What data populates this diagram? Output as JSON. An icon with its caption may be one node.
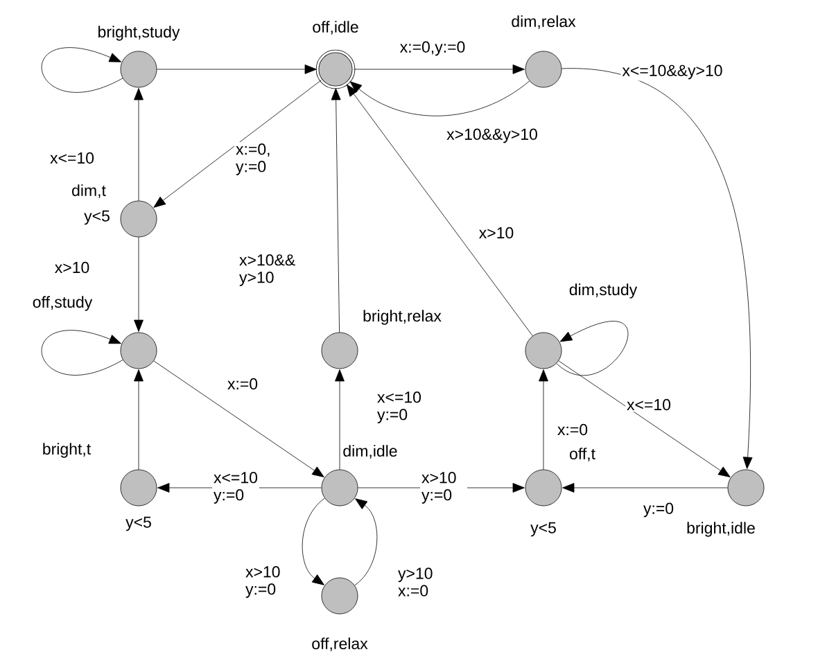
{
  "diagram": {
    "nodes": [
      {
        "text": [],
        "shape": "circle",
        "beside": [
          "bright,study"
        ]
      },
      {
        "text": [],
        "shape": "circle",
        "beside": [
          "off,idle"
        ]
      },
      {
        "text": [],
        "shape": "circle",
        "beside": [
          "dim,relax"
        ]
      },
      {
        "text": [],
        "shape": "circle",
        "beside": [
          "dim,t",
          "y<5"
        ]
      },
      {
        "text": [],
        "shape": "circle",
        "beside": [
          "off,study"
        ]
      },
      {
        "text": [],
        "shape": "circle",
        "beside": [
          "bright,relax"
        ]
      },
      {
        "text": [],
        "shape": "circle",
        "beside": [
          "dim,study"
        ]
      },
      {
        "text": [],
        "shape": "circle",
        "beside": [
          "bright,t",
          "y<5"
        ]
      },
      {
        "text": [],
        "shape": "circle",
        "beside": [
          "dim,idle"
        ]
      },
      {
        "text": [],
        "shape": "circle",
        "beside": [
          "off,t",
          "y<5"
        ]
      },
      {
        "text": [],
        "shape": "circle",
        "beside": [
          "bright,idle"
        ]
      },
      {
        "text": [],
        "shape": "circle",
        "beside": [
          "off,relax"
        ]
      }
    ],
    "edges": [
      {
        "from": 0,
        "to": 0,
        "arrow": "to",
        "label": "x<=10"
      },
      {
        "from": 0,
        "to": 1,
        "arrow": "to"
      },
      {
        "from": 1,
        "to": 2,
        "arrow": "to",
        "label": "x:=0,y:=0"
      },
      {
        "from": 2,
        "to": 1,
        "arrow": "to",
        "label": "x>10&&y>10"
      },
      {
        "from": 2,
        "to": 10,
        "arrow": "to",
        "label": "x<=10&&y>10"
      },
      {
        "from": 1,
        "to": 3,
        "arrow": "to",
        "label": "x:=0, y:=0"
      },
      {
        "from": 3,
        "to": 0,
        "arrow": "to"
      },
      {
        "from": 3,
        "to": 4,
        "arrow": "to",
        "label": "x>10"
      },
      {
        "from": 4,
        "to": 4,
        "arrow": "to"
      },
      {
        "from": 4,
        "to": 8,
        "arrow": "to",
        "label": "x:=0"
      },
      {
        "from": 5,
        "to": 1,
        "arrow": "to",
        "label": "x>10&& y>10"
      },
      {
        "from": 8,
        "to": 5,
        "arrow": "to",
        "label": "x<=10 y:=0"
      },
      {
        "from": 6,
        "to": 1,
        "arrow": "to",
        "label": "x>10"
      },
      {
        "from": 6,
        "to": 6,
        "arrow": "to"
      },
      {
        "from": 6,
        "to": 10,
        "arrow": "to",
        "label": "x<=10"
      },
      {
        "from": 9,
        "to": 6,
        "arrow": "to",
        "label": "x:=0"
      },
      {
        "from": 8,
        "to": 7,
        "arrow": "to",
        "label": "x<=10 y:=0"
      },
      {
        "from": 7,
        "to": 4,
        "arrow": "to"
      },
      {
        "from": 8,
        "to": 9,
        "arrow": "to",
        "label": "x>10 y:=0"
      },
      {
        "from": 10,
        "to": 9,
        "arrow": "to",
        "label": "y:=0"
      },
      {
        "from": 8,
        "to": 11,
        "arrow": "to",
        "label": "x>10 y:=0"
      },
      {
        "from": 11,
        "to": 8,
        "arrow": "to",
        "label": "y>10 x:=0"
      }
    ]
  }
}
